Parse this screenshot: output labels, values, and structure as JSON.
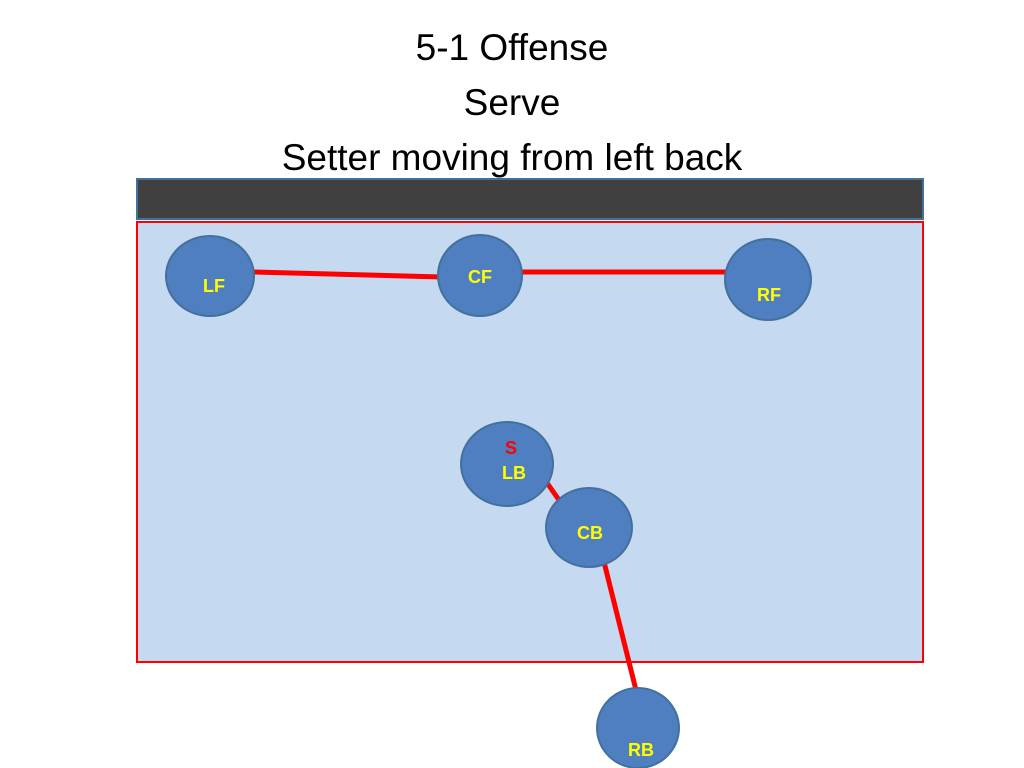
{
  "title": {
    "line1": "5-1 Offense",
    "line2": "Serve",
    "line3": "Setter moving from left back"
  },
  "colors": {
    "net_fill": "#404040",
    "net_border": "#41719c",
    "court_fill": "#c5d9f0",
    "court_border": "#ff0000",
    "player_fill": "#4f7fc0",
    "player_border": "#41719c",
    "position_label": "#ffff00",
    "setter_label": "#ff0000",
    "connector": "#ff0000"
  },
  "players": {
    "lf": {
      "label": "LF"
    },
    "cf": {
      "label": "CF"
    },
    "rf": {
      "label": "RF"
    },
    "lb": {
      "label": "LB",
      "marker": "S"
    },
    "cb": {
      "label": "CB"
    },
    "rb": {
      "label": "RB"
    }
  }
}
